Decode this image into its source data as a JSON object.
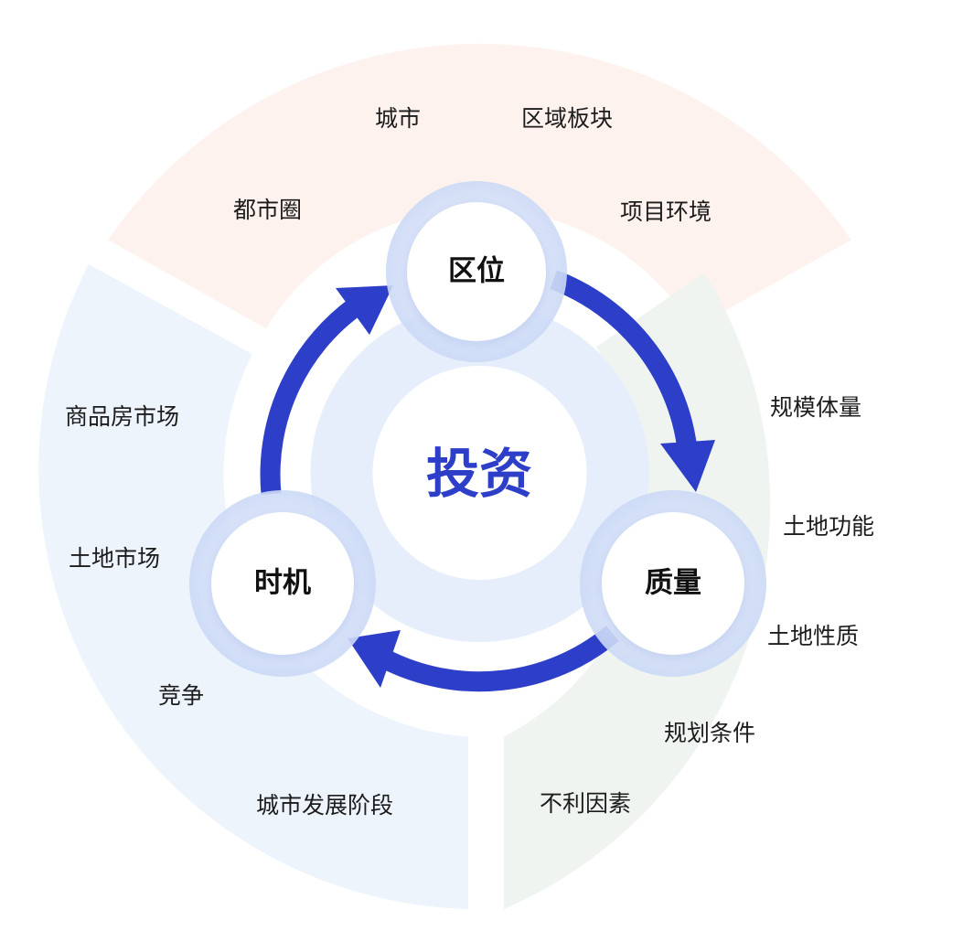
{
  "colors": {
    "sector_location": "#fdf2ee",
    "sector_quality": "#eff4f1",
    "sector_timing": "#eef4fc",
    "arrow": "#2d3fc9",
    "center_text": "#2d3fc9",
    "node_text": "#111111",
    "label_text": "#1c1c1c"
  },
  "center": {
    "label": "投资"
  },
  "nodes": {
    "location": {
      "label": "区位"
    },
    "quality": {
      "label": "质量"
    },
    "timing": {
      "label": "时机"
    }
  },
  "sectors": {
    "location": {
      "items": [
        "城市",
        "区域板块",
        "都市圈",
        "项目环境"
      ]
    },
    "quality": {
      "items": [
        "规模体量",
        "土地功能",
        "土地性质",
        "规划条件",
        "不利因素"
      ]
    },
    "timing": {
      "items": [
        "商品房市场",
        "土地市场",
        "竞争",
        "城市发展阶段"
      ]
    }
  }
}
